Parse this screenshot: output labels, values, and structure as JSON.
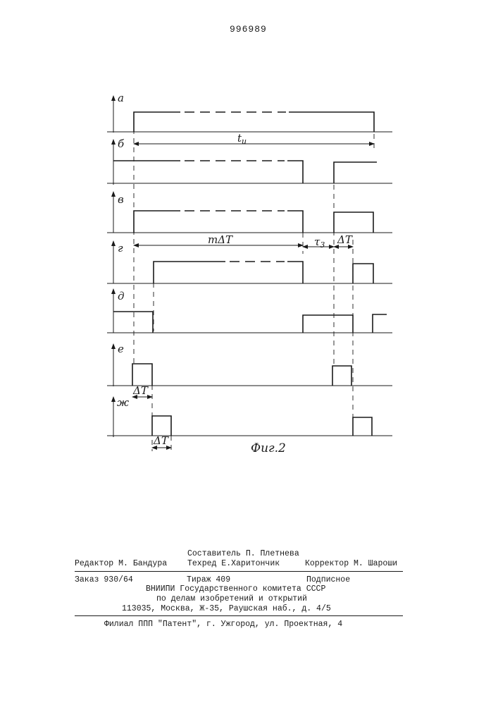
{
  "doc_number": "996989",
  "diagram": {
    "channels": [
      {
        "label": "а"
      },
      {
        "label": "б"
      },
      {
        "label": "в"
      },
      {
        "label": "г"
      },
      {
        "label": "д"
      },
      {
        "label": "е"
      },
      {
        "label": "ж"
      }
    ],
    "annotations": {
      "t_u": "t",
      "t_u_sub": "и",
      "m_dt": "mΔT",
      "tau_3": "τ",
      "tau_3_sub": "3",
      "dt_g": "ΔT",
      "dt_e": "ΔT",
      "dt_zh": "ΔT"
    },
    "caption": "Фиг.2"
  },
  "footer": {
    "compiler": "Составитель П. Плетнева",
    "editor": "Редактор М. Бандура",
    "tech_editor": "Техред Е.Харитончик",
    "proofreader": "Корректор М. Шароши",
    "order": "Заказ 930/64",
    "circulation": "Тираж 409",
    "subscription": "Подписное",
    "org_line1": "ВНИИПИ Государственного комитета СССР",
    "org_line2": "по делам изобретений и открытий",
    "org_line3": "113035, Москва, Ж-35, Раушская наб., д. 4/5",
    "branch": "Филиал ППП \"Патент\", г. Ужгород, ул. Проектная, 4"
  }
}
